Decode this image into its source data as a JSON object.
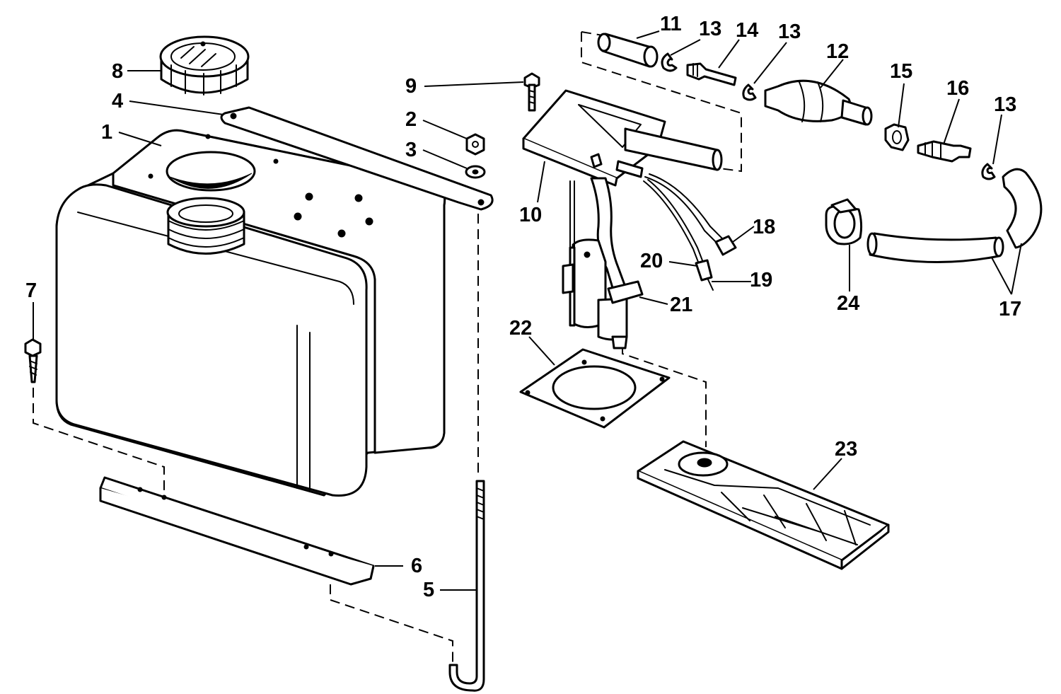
{
  "callouts": {
    "c1": "1",
    "c2": "2",
    "c3": "3",
    "c4": "4",
    "c5": "5",
    "c6": "6",
    "c7": "7",
    "c8": "8",
    "c9": "9",
    "c10": "10",
    "c11": "11",
    "c12": "12",
    "c13a": "13",
    "c13b": "13",
    "c13c": "13",
    "c14": "14",
    "c15": "15",
    "c16": "16",
    "c17": "17",
    "c18": "18",
    "c19": "19",
    "c20": "20",
    "c21": "21",
    "c22": "22",
    "c23": "23",
    "c24": "24"
  },
  "colors": {
    "ink": "#000000",
    "paper": "#ffffff"
  }
}
